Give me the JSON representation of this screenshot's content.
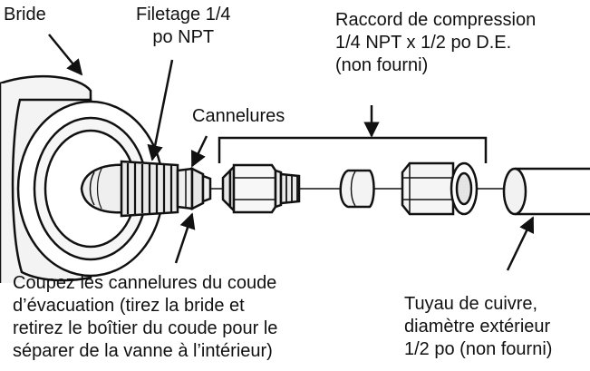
{
  "labels": {
    "flange": [
      "Bride"
    ],
    "thread": [
      "Filetage 1/4",
      "po NPT"
    ],
    "compression_fitting": [
      "Raccord de compression",
      "1/4 NPT x 1/2 po D.E.",
      "(non fourni)"
    ],
    "barbs": [
      "Cannelures"
    ],
    "cut_instruction": [
      "Coupez les cannelures du coude",
      "d’évacuation (tirez la bride et",
      "retirez le boîtier du coude pour le",
      "séparer de la vanne à l’intérieur)"
    ],
    "copper_pipe": [
      "Tuyau de cuivre,",
      "diamètre extérieur",
      "1/2 po (non fourni)"
    ]
  },
  "colors": {
    "ink": "#111111",
    "background": "#ffffff"
  }
}
